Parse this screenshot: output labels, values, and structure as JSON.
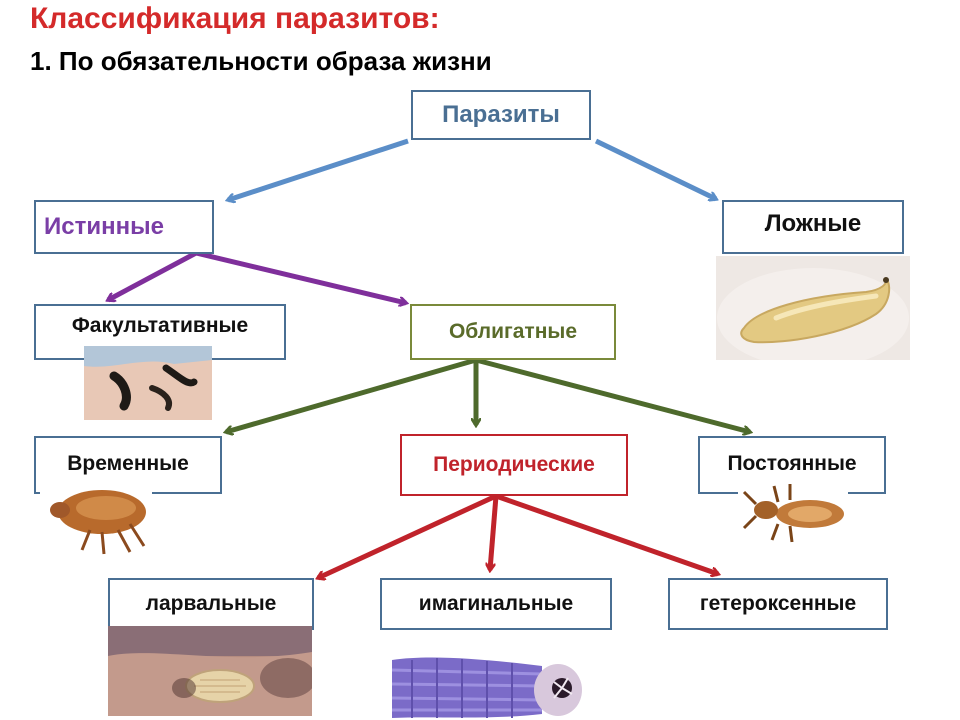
{
  "header": {
    "title": "Классификация паразитов:",
    "subtitle": "1. По обязательности образа жизни"
  },
  "nodes": {
    "root": "Паразиты",
    "true": "Истинные",
    "false": "Ложные",
    "facultative": "Факультативные",
    "obligate": "Облигатные",
    "temporary": "Временные",
    "periodic": "Периодические",
    "permanent": "Постоянные",
    "larval": "ларвальные",
    "imaginal": "имагинальные",
    "heteroxenous": "гетероксенные"
  },
  "colors": {
    "root_text": "#4a6f93",
    "root_arrows": "#5b8ec8",
    "true_text": "#7a3ea6",
    "true_arrows": "#7f2f9b",
    "obligate_text": "#5a6b2a",
    "obligate_arrows": "#4e6a2c",
    "periodic_text": "#c0232b",
    "periodic_arrows": "#c0232b",
    "dark_text": "#111111"
  },
  "images": {
    "false": "fly-larva-photo",
    "facultative": "leech-on-skin-photo",
    "temporary": "flea-photo",
    "permanent": "louse-photo",
    "larval": "larva-in-skin-photo",
    "imaginal": "worm-head-photo"
  }
}
